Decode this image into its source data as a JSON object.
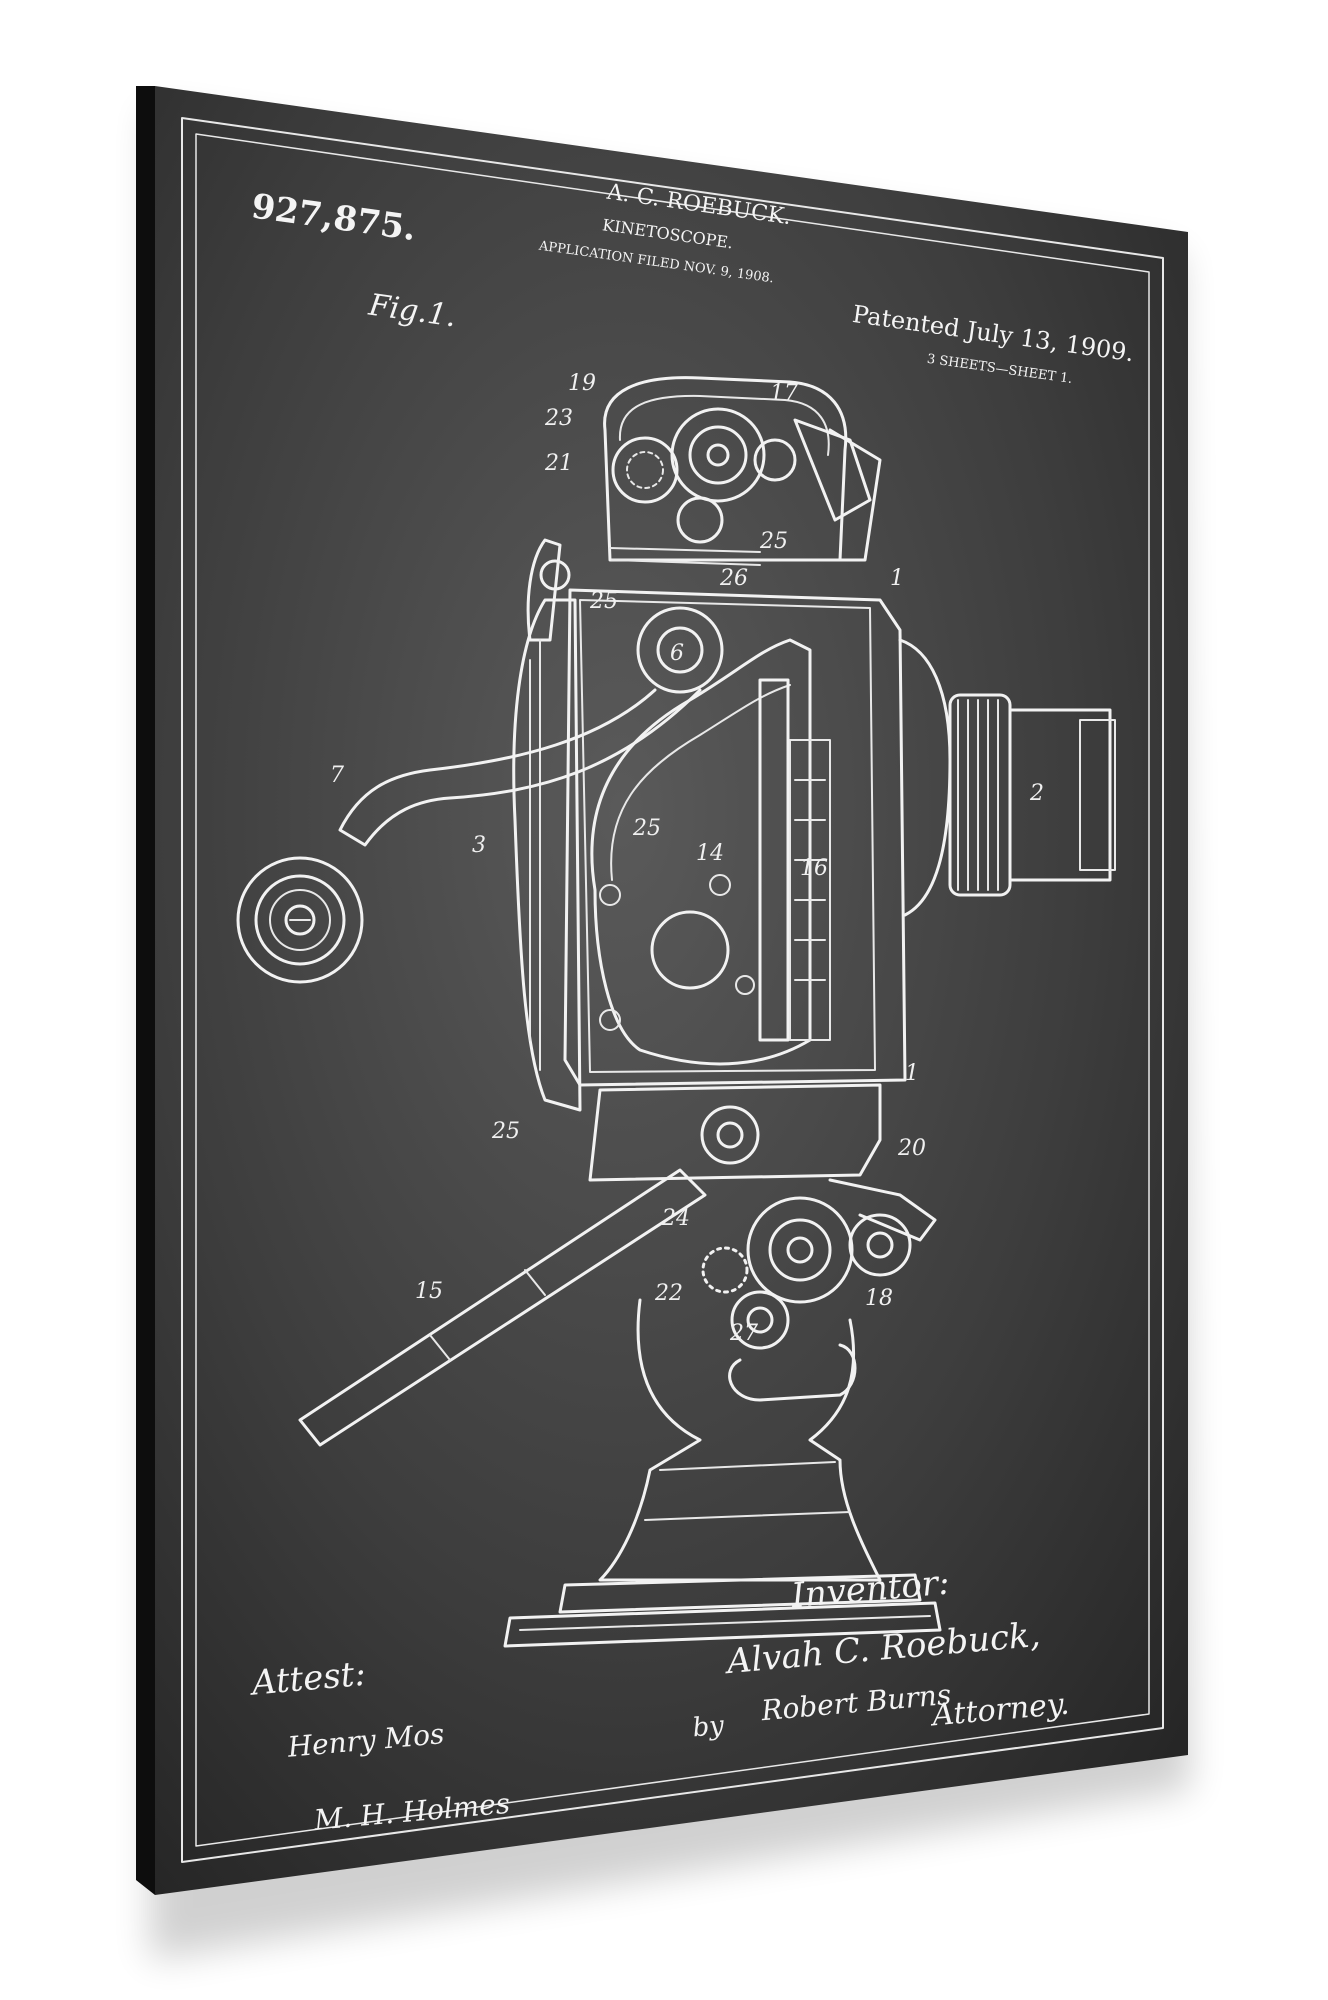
{
  "sheet": {
    "number": "927,875.",
    "inventor_header": "A. C. ROEBUCK.",
    "title": "KINETOSCOPE.",
    "application": "APPLICATION FILED NOV. 9, 1908.",
    "patented": "Patented July 13, 1909.",
    "sheets": "3 SHEETS—SHEET 1.",
    "figure": "Fig.1."
  },
  "signatures": {
    "attest": "Attest:",
    "witness1": "Henry Mos",
    "witness2": "M. H. Holmes",
    "inventor_label": "Inventor:",
    "inventor_name": "Alvah C. Roebuck,",
    "by": "by",
    "attorney_name": "Robert Burns",
    "attorney": "Attorney."
  },
  "part_labels": [
    "19",
    "17",
    "23",
    "21",
    "25",
    "26",
    "1",
    "25",
    "6",
    "7",
    "2",
    "3",
    "25",
    "14",
    "16",
    "1",
    "25",
    "20",
    "24",
    "22",
    "18",
    "27",
    "15"
  ],
  "colors": {
    "board": "#3b3b3b",
    "ink": "#f2f2f2",
    "frame_edge": "#111111"
  }
}
